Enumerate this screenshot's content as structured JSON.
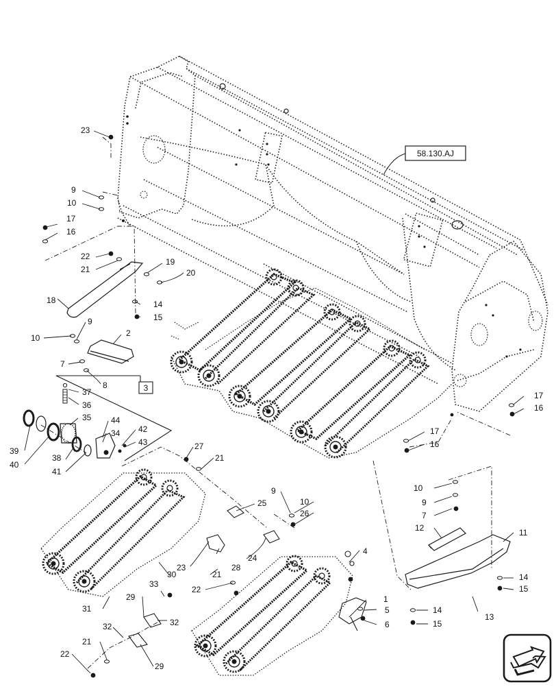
{
  "reference_label": "58.130.AJ",
  "group_box_label": "3",
  "callouts": [
    {
      "id": "c23",
      "text": "23"
    },
    {
      "id": "c9a",
      "text": "9"
    },
    {
      "id": "c10a",
      "text": "10"
    },
    {
      "id": "c17a",
      "text": "17"
    },
    {
      "id": "c16a",
      "text": "16"
    },
    {
      "id": "c22a",
      "text": "22"
    },
    {
      "id": "c21a",
      "text": "21"
    },
    {
      "id": "c19",
      "text": "19"
    },
    {
      "id": "c20",
      "text": "20"
    },
    {
      "id": "c18",
      "text": "18"
    },
    {
      "id": "c14a",
      "text": "14"
    },
    {
      "id": "c15a",
      "text": "15"
    },
    {
      "id": "c9b",
      "text": "9"
    },
    {
      "id": "c10b",
      "text": "10"
    },
    {
      "id": "c2",
      "text": "2"
    },
    {
      "id": "c7a",
      "text": "7"
    },
    {
      "id": "c8",
      "text": "8"
    },
    {
      "id": "c37",
      "text": "37"
    },
    {
      "id": "c36",
      "text": "36"
    },
    {
      "id": "c35",
      "text": "35"
    },
    {
      "id": "c44",
      "text": "44"
    },
    {
      "id": "c34",
      "text": "34"
    },
    {
      "id": "c42",
      "text": "42"
    },
    {
      "id": "c43",
      "text": "43"
    },
    {
      "id": "c39",
      "text": "39"
    },
    {
      "id": "c40",
      "text": "40"
    },
    {
      "id": "c38",
      "text": "38"
    },
    {
      "id": "c41",
      "text": "41"
    },
    {
      "id": "c27",
      "text": "27"
    },
    {
      "id": "c21b",
      "text": "21"
    },
    {
      "id": "c9c",
      "text": "9"
    },
    {
      "id": "c10c",
      "text": "10"
    },
    {
      "id": "c25",
      "text": "25"
    },
    {
      "id": "c26",
      "text": "26"
    },
    {
      "id": "c23b",
      "text": "23"
    },
    {
      "id": "c28",
      "text": "28"
    },
    {
      "id": "c24",
      "text": "24"
    },
    {
      "id": "c4",
      "text": "4"
    },
    {
      "id": "c21c",
      "text": "21"
    },
    {
      "id": "c22b",
      "text": "22"
    },
    {
      "id": "c30",
      "text": "30"
    },
    {
      "id": "c33",
      "text": "33"
    },
    {
      "id": "c29a",
      "text": "29"
    },
    {
      "id": "c32a",
      "text": "32"
    },
    {
      "id": "c31",
      "text": "31"
    },
    {
      "id": "c32b",
      "text": "32"
    },
    {
      "id": "c21d",
      "text": "21"
    },
    {
      "id": "c22c",
      "text": "22"
    },
    {
      "id": "c29b",
      "text": "29"
    },
    {
      "id": "c1",
      "text": "1"
    },
    {
      "id": "c5",
      "text": "5"
    },
    {
      "id": "c6",
      "text": "6"
    },
    {
      "id": "c17b",
      "text": "17"
    },
    {
      "id": "c16b",
      "text": "16"
    },
    {
      "id": "c17c",
      "text": "17"
    },
    {
      "id": "c16c",
      "text": "16"
    },
    {
      "id": "c10d",
      "text": "10"
    },
    {
      "id": "c9d",
      "text": "9"
    },
    {
      "id": "c7b",
      "text": "7"
    },
    {
      "id": "c12",
      "text": "12"
    },
    {
      "id": "c11",
      "text": "11"
    },
    {
      "id": "c14b",
      "text": "14"
    },
    {
      "id": "c15b",
      "text": "15"
    },
    {
      "id": "c14c",
      "text": "14"
    },
    {
      "id": "c15c",
      "text": "15"
    },
    {
      "id": "c13",
      "text": "13"
    }
  ],
  "colors": {
    "line": "#1a1a1a",
    "paper": "#ffffff"
  },
  "icons": {
    "navigation": "view-direction-arrow-icon"
  }
}
